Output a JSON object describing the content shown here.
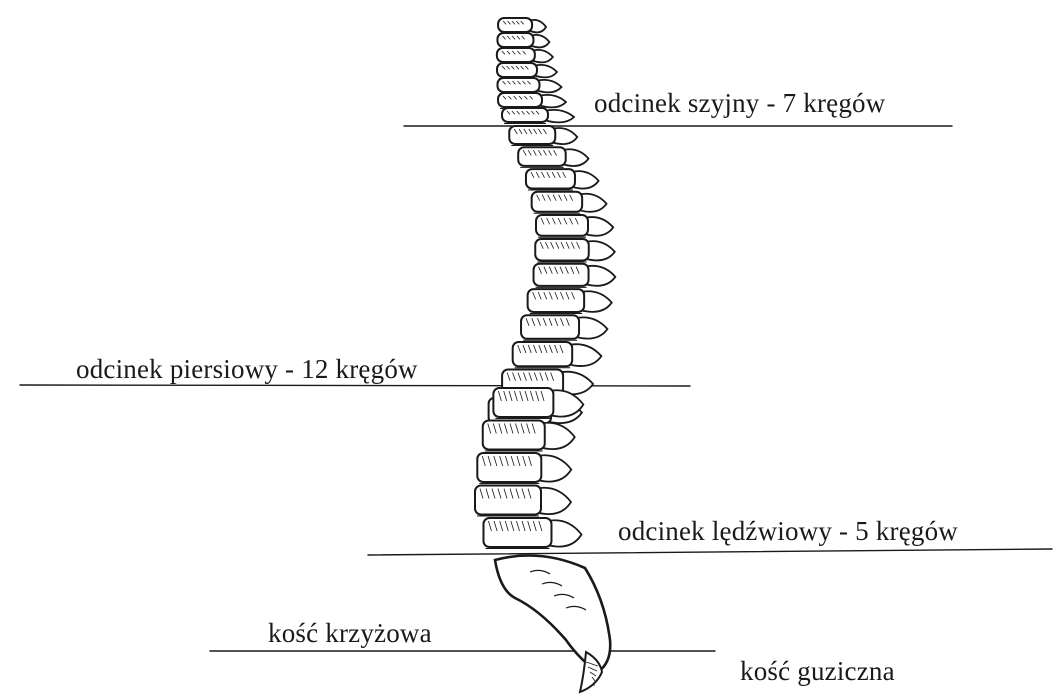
{
  "labels": {
    "cervical": "odcinek szyjny - 7 kręgów",
    "thoracic": "odcinek piersiowy - 12 kręgów",
    "lumbar": "odcinek lędźwiowy - 5 kręgów",
    "sacrum": "kość krzyżowa",
    "coccyx": "kość guziczna"
  },
  "colors": {
    "ink": "#1a1a1a",
    "bone": "#ffffff",
    "background": "#ffffff"
  }
}
